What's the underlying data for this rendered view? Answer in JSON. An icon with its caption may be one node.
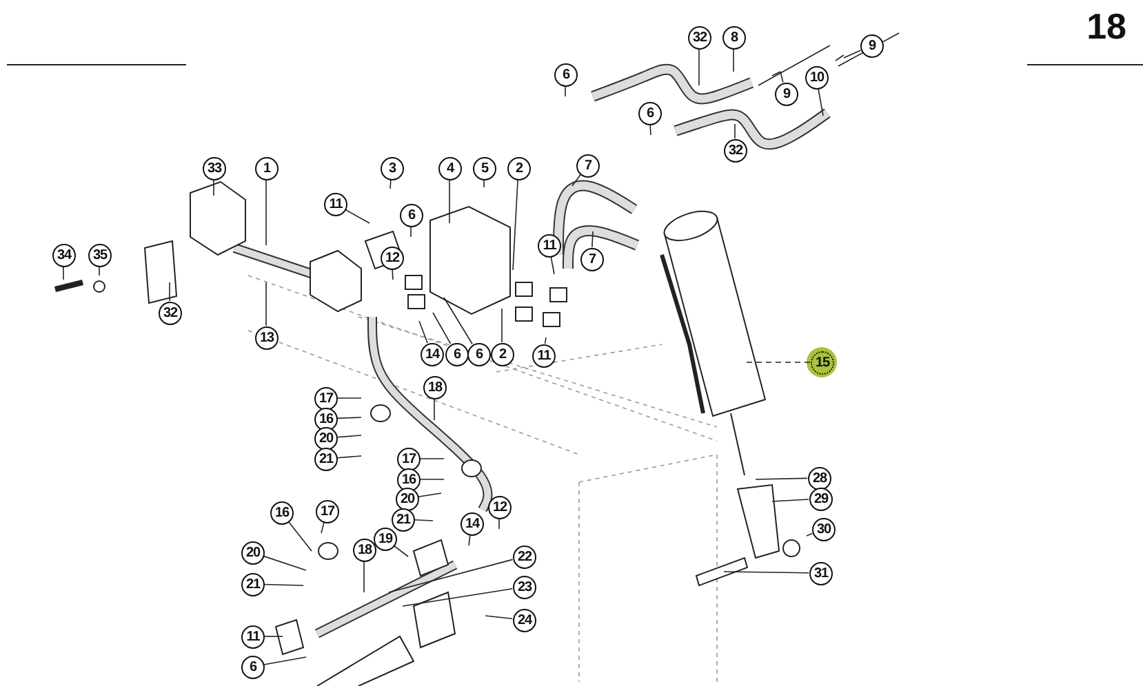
{
  "diagram": {
    "nodes": [
      {
        "text": [
          "32"
        ]
      },
      {
        "text": [
          "8"
        ]
      },
      {
        "text": [
          "9"
        ]
      },
      {
        "text": [
          "6"
        ]
      },
      {
        "text": [
          "10"
        ]
      },
      {
        "text": [
          "9"
        ]
      },
      {
        "text": [
          "6"
        ]
      },
      {
        "text": [
          "32"
        ]
      },
      {
        "text": [
          "33"
        ]
      },
      {
        "text": [
          "1"
        ]
      },
      {
        "text": [
          "3"
        ]
      },
      {
        "text": [
          "4"
        ]
      },
      {
        "text": [
          "5"
        ]
      },
      {
        "text": [
          "2"
        ]
      },
      {
        "text": [
          "7"
        ]
      },
      {
        "text": [
          "11"
        ]
      },
      {
        "text": [
          "6"
        ]
      },
      {
        "text": [
          "12"
        ]
      },
      {
        "text": [
          "34"
        ]
      },
      {
        "text": [
          "35"
        ]
      },
      {
        "text": [
          "11"
        ]
      },
      {
        "text": [
          "7"
        ]
      },
      {
        "text": [
          "32"
        ]
      },
      {
        "text": [
          "13"
        ]
      },
      {
        "text": [
          "14"
        ]
      },
      {
        "text": [
          "6"
        ]
      },
      {
        "text": [
          "6"
        ]
      },
      {
        "text": [
          "2"
        ]
      },
      {
        "text": [
          "11"
        ]
      },
      {
        "text": [
          "15"
        ]
      },
      {
        "text": [
          "18"
        ]
      },
      {
        "text": [
          "17"
        ]
      },
      {
        "text": [
          "16"
        ]
      },
      {
        "text": [
          "20"
        ]
      },
      {
        "text": [
          "21"
        ]
      },
      {
        "text": [
          "17"
        ]
      },
      {
        "text": [
          "16"
        ]
      },
      {
        "text": [
          "20"
        ]
      },
      {
        "text": [
          "21"
        ]
      },
      {
        "text": [
          "28"
        ]
      },
      {
        "text": [
          "29"
        ]
      },
      {
        "text": [
          "30"
        ]
      },
      {
        "text": [
          "16"
        ]
      },
      {
        "text": [
          "17"
        ]
      },
      {
        "text": [
          "12"
        ]
      },
      {
        "text": [
          "14"
        ]
      },
      {
        "text": [
          "19"
        ]
      },
      {
        "text": [
          "18"
        ]
      },
      {
        "text": [
          "22"
        ]
      },
      {
        "text": [
          "20"
        ]
      },
      {
        "text": [
          "31"
        ]
      },
      {
        "text": [
          "21"
        ]
      },
      {
        "text": [
          "23"
        ]
      },
      {
        "text": [
          "24"
        ]
      },
      {
        "text": [
          "11"
        ]
      },
      {
        "text": [
          "6"
        ]
      }
    ],
    "edges": [
      {
        "from": 0,
        "to": null,
        "arrow": "none"
      },
      {
        "from": 1,
        "to": null,
        "arrow": "none"
      },
      {
        "from": 2,
        "to": null,
        "arrow": "none"
      },
      {
        "from": 3,
        "to": null,
        "arrow": "none"
      },
      {
        "from": 4,
        "to": null,
        "arrow": "none"
      },
      {
        "from": 5,
        "to": null,
        "arrow": "none"
      },
      {
        "from": 6,
        "to": null,
        "arrow": "none"
      },
      {
        "from": 7,
        "to": null,
        "arrow": "none"
      },
      {
        "from": 8,
        "to": null,
        "arrow": "none"
      },
      {
        "from": 9,
        "to": null,
        "arrow": "none"
      },
      {
        "from": 10,
        "to": null,
        "arrow": "none"
      },
      {
        "from": 11,
        "to": null,
        "arrow": "none"
      },
      {
        "from": 12,
        "to": null,
        "arrow": "none"
      },
      {
        "from": 13,
        "to": null,
        "arrow": "none"
      },
      {
        "from": 14,
        "to": null,
        "arrow": "none"
      },
      {
        "from": 15,
        "to": null,
        "arrow": "none"
      },
      {
        "from": 16,
        "to": null,
        "arrow": "none"
      },
      {
        "from": 17,
        "to": null,
        "arrow": "none"
      },
      {
        "from": 18,
        "to": null,
        "arrow": "none"
      },
      {
        "from": 19,
        "to": null,
        "arrow": "none"
      },
      {
        "from": 20,
        "to": null,
        "arrow": "none"
      },
      {
        "from": 21,
        "to": null,
        "arrow": "none"
      },
      {
        "from": 22,
        "to": null,
        "arrow": "none"
      },
      {
        "from": 23,
        "to": null,
        "arrow": "none"
      },
      {
        "from": 24,
        "to": null,
        "arrow": "none"
      },
      {
        "from": 25,
        "to": null,
        "arrow": "none"
      },
      {
        "from": 26,
        "to": null,
        "arrow": "none"
      },
      {
        "from": 27,
        "to": null,
        "arrow": "none"
      },
      {
        "from": 28,
        "to": null,
        "arrow": "none"
      },
      {
        "from": 29,
        "to": null,
        "arrow": "none",
        "style": "dashed"
      },
      {
        "from": 30,
        "to": null,
        "arrow": "none"
      },
      {
        "from": 31,
        "to": null,
        "arrow": "none"
      },
      {
        "from": 32,
        "to": null,
        "arrow": "none"
      },
      {
        "from": 33,
        "to": null,
        "arrow": "none"
      },
      {
        "from": 34,
        "to": null,
        "arrow": "none"
      },
      {
        "from": 35,
        "to": null,
        "arrow": "none"
      },
      {
        "from": 36,
        "to": null,
        "arrow": "none"
      },
      {
        "from": 37,
        "to": null,
        "arrow": "none"
      },
      {
        "from": 38,
        "to": null,
        "arrow": "none"
      },
      {
        "from": 39,
        "to": null,
        "arrow": "none"
      },
      {
        "from": 40,
        "to": null,
        "arrow": "none"
      },
      {
        "from": 41,
        "to": null,
        "arrow": "none"
      },
      {
        "from": 42,
        "to": null,
        "arrow": "none"
      },
      {
        "from": 43,
        "to": null,
        "arrow": "none"
      },
      {
        "from": 44,
        "to": null,
        "arrow": "none"
      },
      {
        "from": 45,
        "to": null,
        "arrow": "none"
      },
      {
        "from": 46,
        "to": null,
        "arrow": "none"
      },
      {
        "from": 47,
        "to": null,
        "arrow": "none"
      },
      {
        "from": 48,
        "to": null,
        "arrow": "none"
      },
      {
        "from": 49,
        "to": null,
        "arrow": "none"
      },
      {
        "from": 50,
        "to": null,
        "arrow": "none"
      },
      {
        "from": 51,
        "to": null,
        "arrow": "none"
      },
      {
        "from": 52,
        "to": null,
        "arrow": "none"
      },
      {
        "from": 53,
        "to": null,
        "arrow": "none"
      },
      {
        "from": 54,
        "to": null,
        "arrow": "none"
      },
      {
        "from": 55,
        "to": null,
        "arrow": "none"
      }
    ],
    "labels": [
      "18"
    ]
  }
}
